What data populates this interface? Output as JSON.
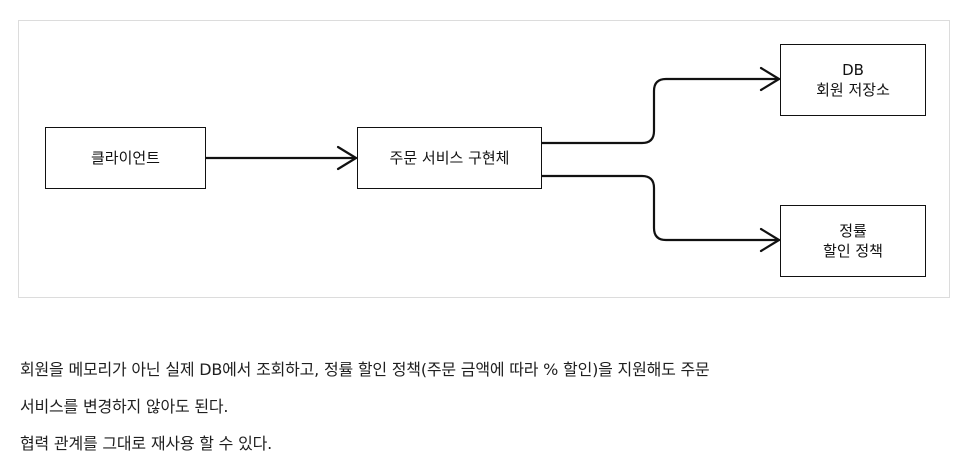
{
  "diagram": {
    "nodes": {
      "client": "클라이언트",
      "order_service": "주문 서비스 구현체",
      "db_line1": "DB",
      "db_line2": "회원 저장소",
      "discount_line1": "정률",
      "discount_line2": "할인 정책"
    },
    "edges": [
      {
        "from": "client",
        "to": "order_service"
      },
      {
        "from": "order_service",
        "to": "db"
      },
      {
        "from": "order_service",
        "to": "discount"
      }
    ]
  },
  "caption": {
    "line1": "회원을 메모리가 아닌 실제 DB에서 조회하고, 정률 할인 정책(주문 금액에 따라 % 할인)을 지원해도 주문",
    "line2": "서비스를 변경하지 않아도 된다.",
    "line3": "협력 관계를 그대로 재사용 할 수 있다."
  }
}
